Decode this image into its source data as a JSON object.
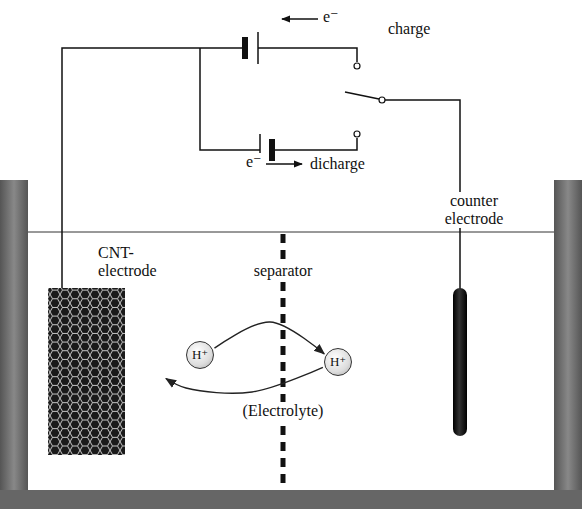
{
  "diagram": {
    "nodes": [
      {
        "text": [
          "CNT- electrode"
        ]
      },
      {
        "text": [
          "counter electrode"
        ]
      },
      {
        "text": [
          "H⁺"
        ]
      },
      {
        "text": [
          "H⁺"
        ]
      }
    ],
    "edges": [
      {
        "from": 2,
        "to": 3,
        "arrow": "to"
      },
      {
        "from": 3,
        "to": 0,
        "arrow": "to"
      }
    ],
    "labels": [
      "e⁻",
      "charge",
      "e⁻",
      "dicharge",
      "separator",
      "(Electrolyte)"
    ]
  }
}
